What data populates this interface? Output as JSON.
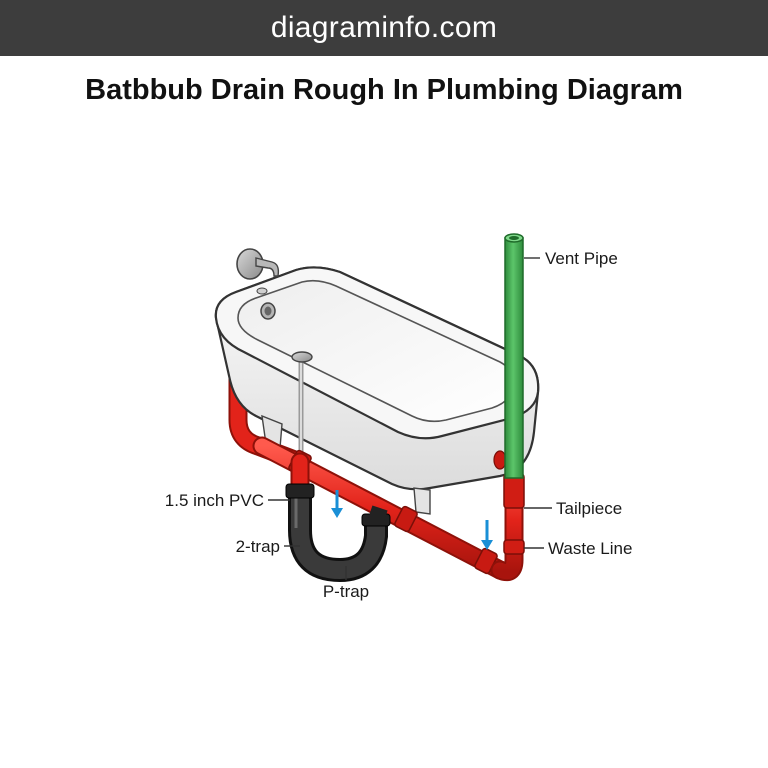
{
  "banner": {
    "site_name": "diagraminfo.com"
  },
  "title": "Batbbub Drain Rough In Plumbing Diagram",
  "labels": {
    "vent_pipe": "Vent Pipe",
    "tailpiece": "Tailpiece",
    "waste_line": "Waste Line",
    "pvc": "1.5 inch PVC",
    "two_trap": "2-trap",
    "p_trap": "P-trap"
  },
  "colors": {
    "banner": "#3d3d3d",
    "drain_pipe": "#e2231a",
    "vent_pipe": "#3aa64a",
    "trap": "#2f2f2f",
    "flow_arrow": "#1a8fd6"
  }
}
